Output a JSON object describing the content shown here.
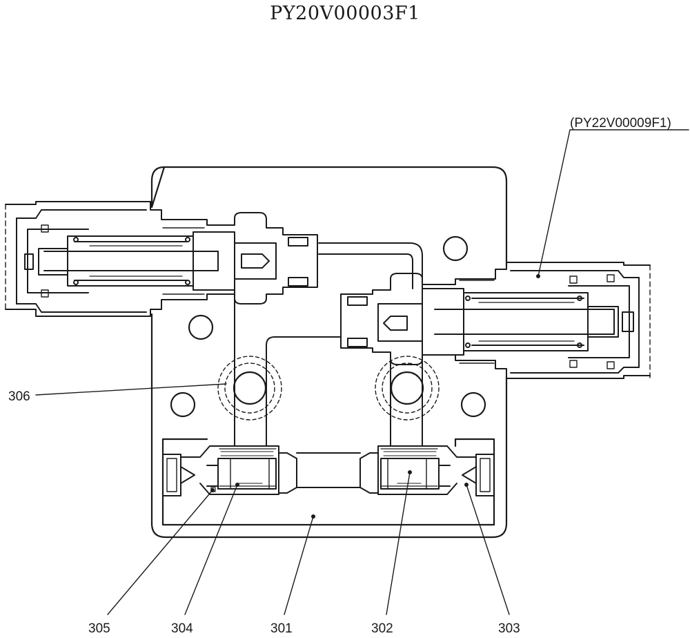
{
  "title": "PY20V00003F1",
  "reference": "(PY22V00009F1)",
  "callouts": {
    "c306": "306",
    "c305": "305",
    "c304": "304",
    "c301": "301",
    "c302": "302",
    "c303": "303"
  }
}
